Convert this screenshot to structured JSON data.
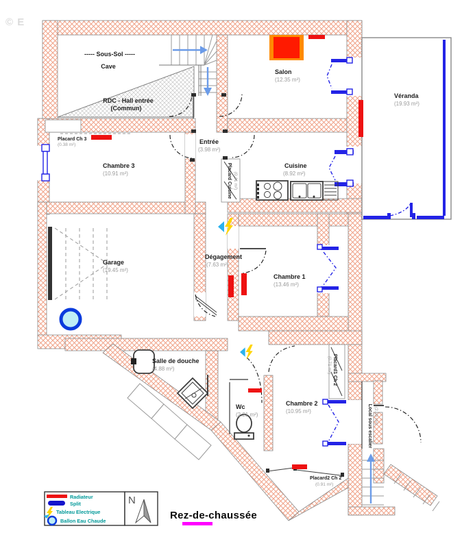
{
  "title": {
    "text": "Rez-de-chaussée"
  },
  "watermark": {
    "text": "© E"
  },
  "north": {
    "label": "N"
  },
  "rooms": [
    {
      "id": "sous-sol",
      "name": "----- Sous-Sol -----",
      "area": ""
    },
    {
      "id": "cave",
      "name": "Cave",
      "area": ""
    },
    {
      "id": "hall-entree",
      "name": "RDC - Hall entrée",
      "area": "(Commun)"
    },
    {
      "id": "placard-ch3",
      "name": "Placard Ch 3",
      "area": "(0.38 m²)"
    },
    {
      "id": "chambre-3",
      "name": "Chambre 3",
      "area": "(10.91 m²)"
    },
    {
      "id": "entree",
      "name": "Entrée",
      "area": "(3.98 m²)"
    },
    {
      "id": "salon",
      "name": "Salon",
      "area": "(12.35 m²)"
    },
    {
      "id": "veranda",
      "name": "Véranda",
      "area": "(19.93 m²)"
    },
    {
      "id": "cuisine",
      "name": "Cuisine",
      "area": "(8.92 m²)"
    },
    {
      "id": "placard-cuisine",
      "name": "Placard Cuisine",
      "area": "(0.41 m²)"
    },
    {
      "id": "garage",
      "name": "Garage",
      "area": "(19.45 m²)"
    },
    {
      "id": "degagement",
      "name": "Dégagement",
      "area": "(7.63 m²)"
    },
    {
      "id": "chambre-1",
      "name": "Chambre 1",
      "area": "(13.46 m²)"
    },
    {
      "id": "salle-de-douche",
      "name": "Salle de douche",
      "area": "(4.88 m²)"
    },
    {
      "id": "wc",
      "name": "Wc",
      "area": "(2.21 m²)"
    },
    {
      "id": "chambre-2",
      "name": "Chambre 2",
      "area": "(10.95 m²)"
    },
    {
      "id": "placard1-ch2",
      "name": "Placard1 Ch 2",
      "area": "(0.71 m²)"
    },
    {
      "id": "local-escalier",
      "name": "Local sous escalier",
      "area": "(2.99 m²)"
    },
    {
      "id": "placard2-ch2",
      "name": "Placard2 Ch 2",
      "area": "(0.91 m²)"
    }
  ],
  "legend": {
    "items": [
      {
        "label": "Radiateur",
        "symbol": "red-bar"
      },
      {
        "label": "Split",
        "symbol": "blue-rounded-bar"
      },
      {
        "label": "Tableau Electrique",
        "symbol": "lightning-bolt"
      },
      {
        "label": "Ballon Eau Chaude",
        "symbol": "blue-circle"
      }
    ]
  },
  "colors": {
    "wall-hatch": "#f0a288",
    "hall-hatch": "#c8c8c8",
    "wall-line": "#8a8a8a",
    "door-arc": "#141414",
    "radiator": "#ee1111",
    "split": "#1414cc",
    "window": "#2323e6",
    "arrow": "#6b9be8",
    "ballon-ring": "#0a3bdd",
    "ballon-fill": "#bfeef6",
    "fireplace-outer": "#ff8a00",
    "fireplace-inner": "#ff1a00",
    "elec-bolt": "#ffd400",
    "elec-blue": "#2ab2ee",
    "legend-text": "#009999",
    "title-underline": "#ff00ff"
  }
}
